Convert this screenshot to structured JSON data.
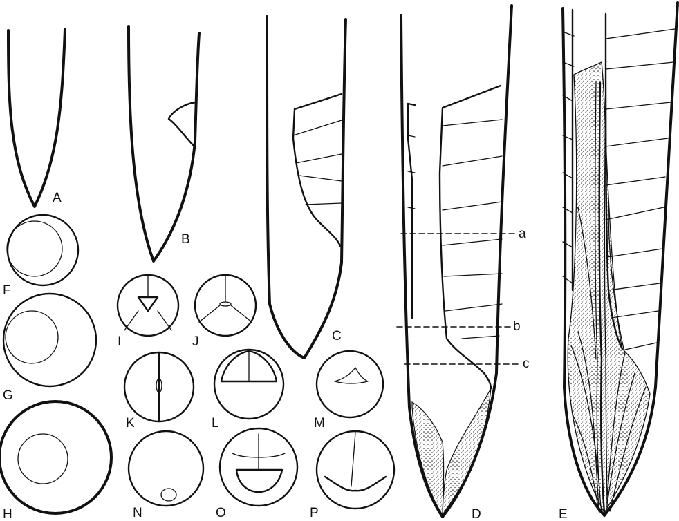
{
  "labels": {
    "A": "A",
    "B": "B",
    "C": "C",
    "D": "D",
    "E": "E",
    "F": "F",
    "G": "G",
    "H": "H",
    "I": "I",
    "J": "J",
    "K": "K",
    "L": "L",
    "M": "M",
    "N": "N",
    "O": "O",
    "P": "P"
  },
  "section_marks": {
    "a": "a",
    "b": "b",
    "c": "c"
  }
}
